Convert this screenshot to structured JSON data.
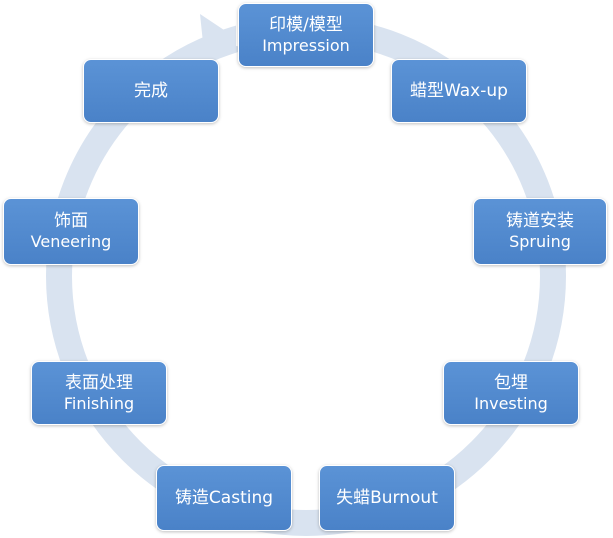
{
  "colors": {
    "node_fill_top": "#5b93d6",
    "node_fill_bottom": "#4a82c8",
    "node_text": "#ffffff",
    "ring": "#d9e3f0"
  },
  "steps": [
    {
      "zh": "印模/模型",
      "en": "Impression"
    },
    {
      "zh": "蜡型Wax-up",
      "en": ""
    },
    {
      "zh": "铸道安装",
      "en": "Spruing"
    },
    {
      "zh": "包埋",
      "en": "Investing"
    },
    {
      "zh": "失蜡Burnout",
      "en": ""
    },
    {
      "zh": "铸造Casting",
      "en": ""
    },
    {
      "zh": "表面处理",
      "en": "Finishing"
    },
    {
      "zh": "饰面",
      "en": "Veneering"
    },
    {
      "zh": "完成",
      "en": ""
    }
  ]
}
